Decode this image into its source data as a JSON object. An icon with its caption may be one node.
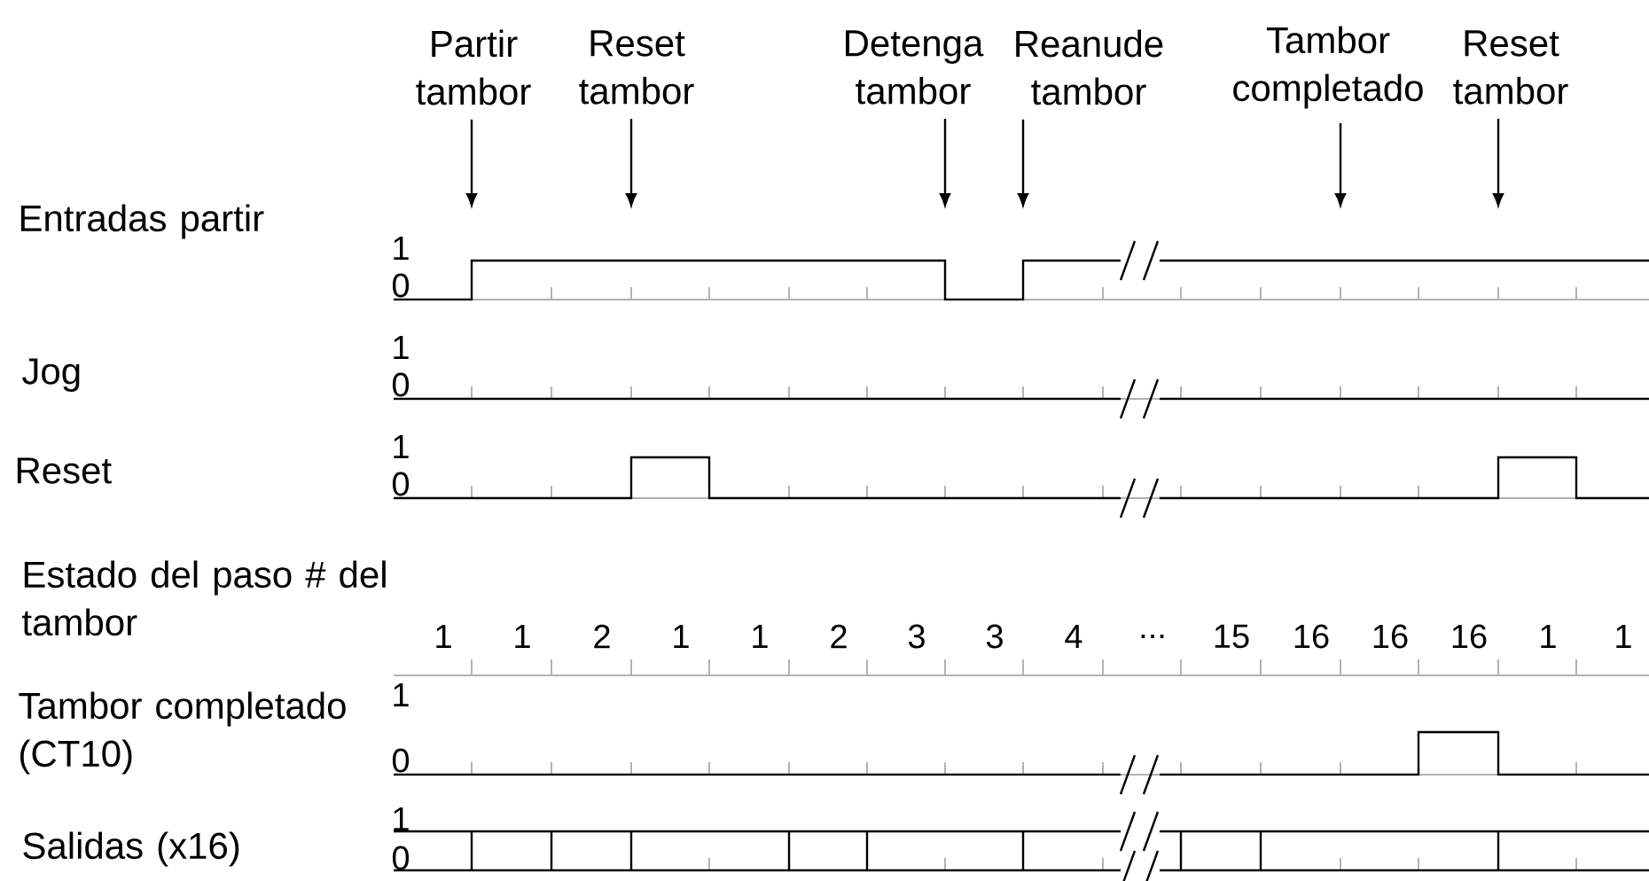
{
  "diagram": {
    "nodes": [
      {
        "text": [
          "Partir tambor"
        ]
      },
      {
        "text": [
          "Reset tambor"
        ]
      },
      {
        "text": [
          "Detenga tambor"
        ]
      },
      {
        "text": [
          "Reanude tambor"
        ]
      },
      {
        "text": [
          "Tambor completado"
        ]
      },
      {
        "text": [
          "Reset tambor"
        ]
      }
    ],
    "edges": [
      {
        "from": 0,
        "to": null,
        "arrow": "to"
      },
      {
        "from": 1,
        "to": null,
        "arrow": "to"
      },
      {
        "from": 2,
        "to": null,
        "arrow": "to"
      },
      {
        "from": 3,
        "to": null,
        "arrow": "to"
      },
      {
        "from": 4,
        "to": null,
        "arrow": "to"
      },
      {
        "from": 5,
        "to": null,
        "arrow": "to"
      }
    ],
    "labels": [
      "Entradas partir",
      "1",
      "0",
      "Jog",
      "1",
      "0",
      "Reset",
      "1",
      "0",
      "Estado del paso # del tambor",
      "1",
      "1",
      "2",
      "1",
      "1",
      "2",
      "3",
      "3",
      "4",
      "...",
      "15",
      "16",
      "16",
      "16",
      "1",
      "1",
      "1",
      "Tambor completado (CT10)",
      "0",
      "Salidas (x16)",
      "1",
      "0"
    ]
  }
}
